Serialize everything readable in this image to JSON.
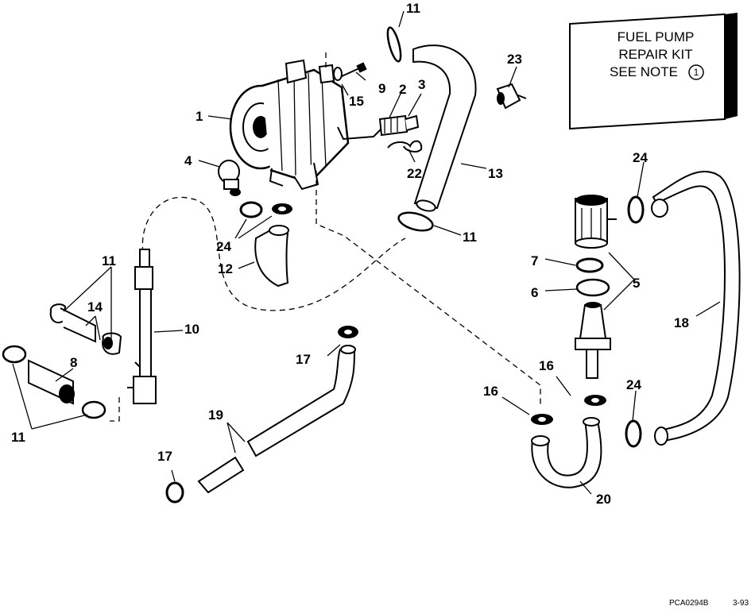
{
  "note_box": {
    "line1": "FUEL PUMP",
    "line2": "REPAIR KIT",
    "line3": "SEE NOTE",
    "note_number": "1"
  },
  "callouts": {
    "c1": "1",
    "c2": "2",
    "c3": "3",
    "c4": "4",
    "c5": "5",
    "c6": "6",
    "c7": "7",
    "c8": "8",
    "c9": "9",
    "c10": "10",
    "c11a": "11",
    "c11b": "11",
    "c11c": "11",
    "c11d": "11",
    "c12": "12",
    "c13": "13",
    "c14": "14",
    "c15": "15",
    "c16a": "16",
    "c16b": "16",
    "c17a": "17",
    "c17b": "17",
    "c18": "18",
    "c19": "19",
    "c20": "20",
    "c22": "22",
    "c23": "23",
    "c24a": "24",
    "c24b": "24",
    "c24c": "24"
  },
  "footer": {
    "ref_code": "PCA0294B",
    "date": "3-93"
  }
}
